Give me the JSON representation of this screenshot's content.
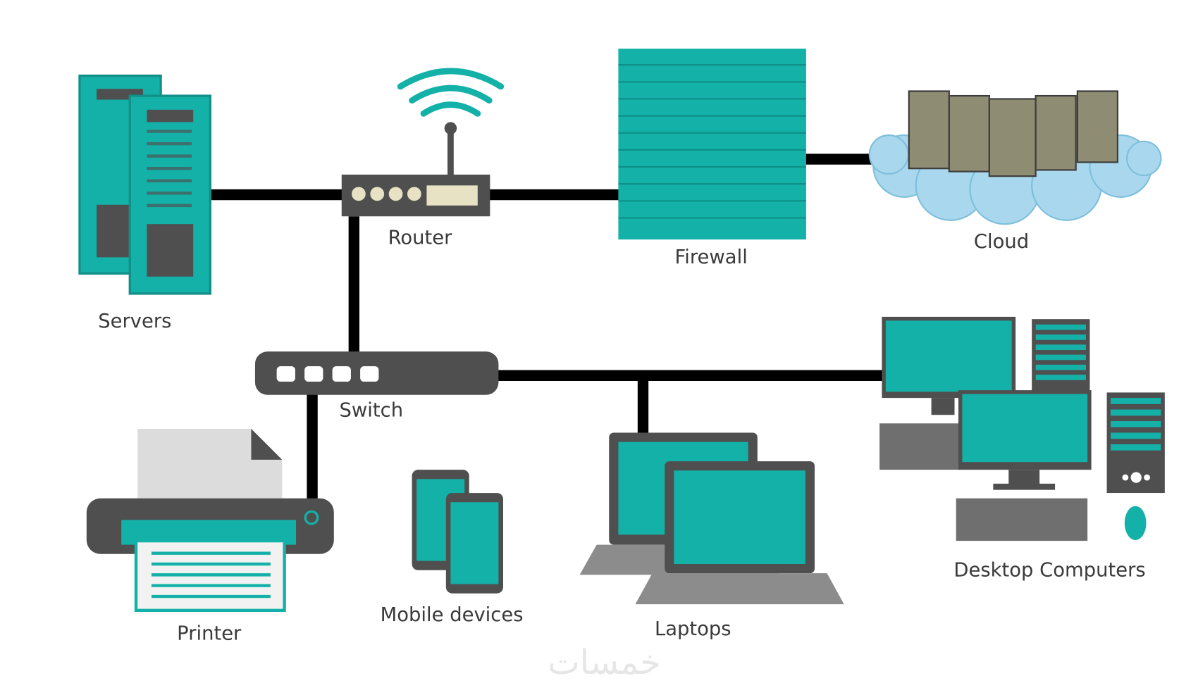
{
  "diagram": {
    "nodes": {
      "servers": "Servers",
      "router": "Router",
      "firewall": "Firewall",
      "cloud": "Cloud",
      "switch": "Switch",
      "printer": "Printer",
      "mobile": "Mobile devices",
      "laptops": "Laptops",
      "desktops": "Desktop Computers"
    },
    "connections": [
      [
        "Servers",
        "Router"
      ],
      [
        "Router",
        "Firewall"
      ],
      [
        "Firewall",
        "Cloud"
      ],
      [
        "Router",
        "Switch"
      ],
      [
        "Switch",
        "Desktop Computers"
      ],
      [
        "Switch",
        "Laptops"
      ],
      [
        "Switch",
        "Printer"
      ]
    ],
    "watermark": "خمسات"
  },
  "colors": {
    "teal": "#14b1a8",
    "dark": "#4f4f4f",
    "line": "#000000",
    "cloud": "#a9d8ee"
  }
}
